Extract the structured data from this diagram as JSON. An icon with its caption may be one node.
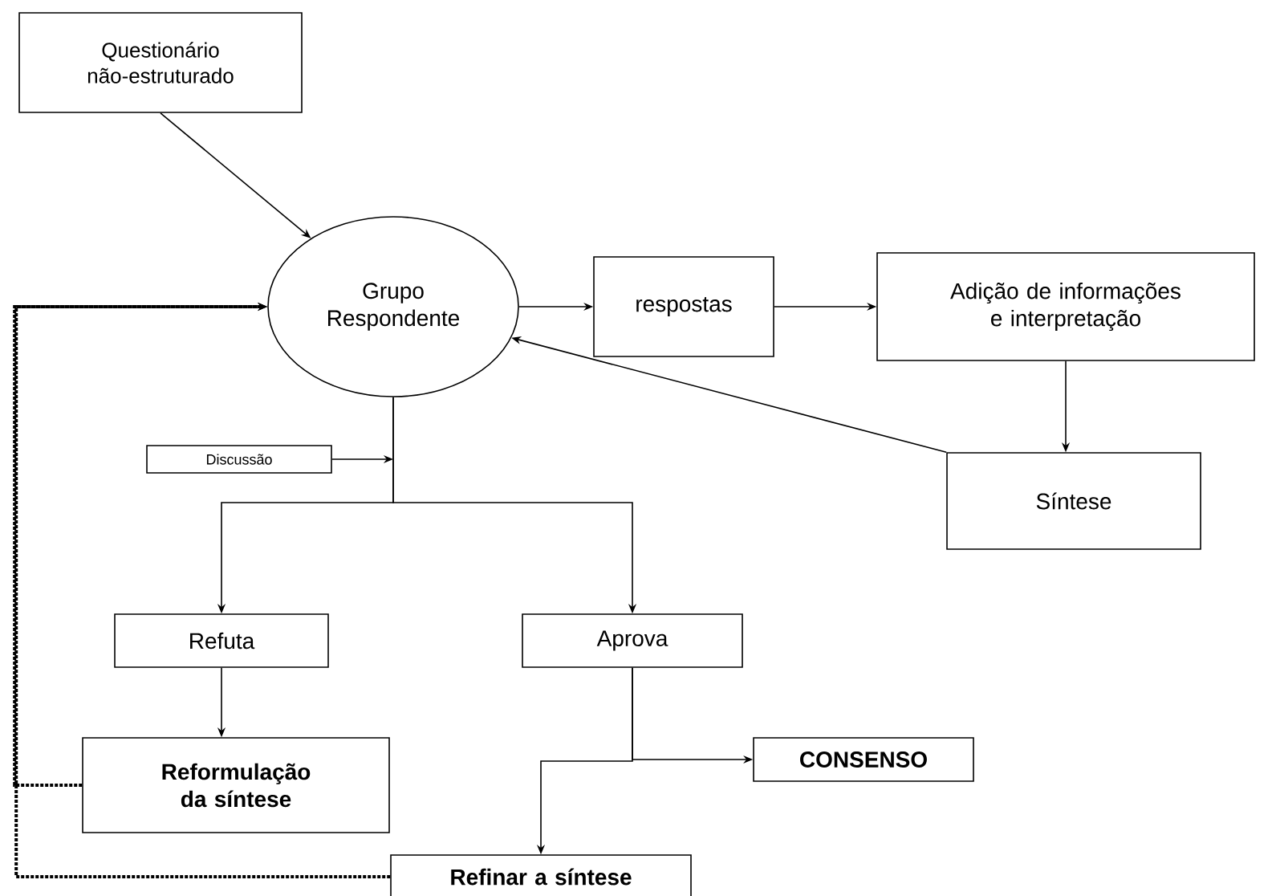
{
  "diagram": {
    "nodes": [
      {
        "text": [
          "Questionário não-estruturado"
        ]
      },
      {
        "text": [
          "Grupo Respondente"
        ]
      },
      {
        "text": [
          "respostas"
        ]
      },
      {
        "text": [
          "Adição de informações e interpretação"
        ]
      },
      {
        "text": [
          "Síntese"
        ]
      },
      {
        "text": [
          "Discussão"
        ]
      },
      {
        "text": [
          "Refuta"
        ]
      },
      {
        "text": [
          "Aprova"
        ]
      },
      {
        "text": [
          "Reformulação da síntese"
        ]
      },
      {
        "text": [
          "CONSENSO"
        ]
      },
      {
        "text": [
          "Refinar a síntese"
        ]
      }
    ],
    "edges": [
      {
        "from": 0,
        "to": 1,
        "arrow": "to"
      },
      {
        "from": 1,
        "to": 2,
        "arrow": "to"
      },
      {
        "from": 2,
        "to": 3,
        "arrow": "to"
      },
      {
        "from": 3,
        "to": 4,
        "arrow": "to"
      },
      {
        "from": 4,
        "to": 1,
        "arrow": "to"
      },
      {
        "from": 5,
        "to": null,
        "arrow": "to"
      },
      {
        "from": 1,
        "to": 6,
        "arrow": "to"
      },
      {
        "from": 1,
        "to": 7,
        "arrow": "to"
      },
      {
        "from": 6,
        "to": 8,
        "arrow": "to"
      },
      {
        "from": 7,
        "to": 9,
        "arrow": "to"
      },
      {
        "from": 7,
        "to": 10,
        "arrow": "to"
      },
      {
        "from": 8,
        "to": 1,
        "arrow": "to",
        "style": "dashed"
      },
      {
        "from": 10,
        "to": 1,
        "arrow": "to",
        "style": "dashed"
      }
    ]
  }
}
